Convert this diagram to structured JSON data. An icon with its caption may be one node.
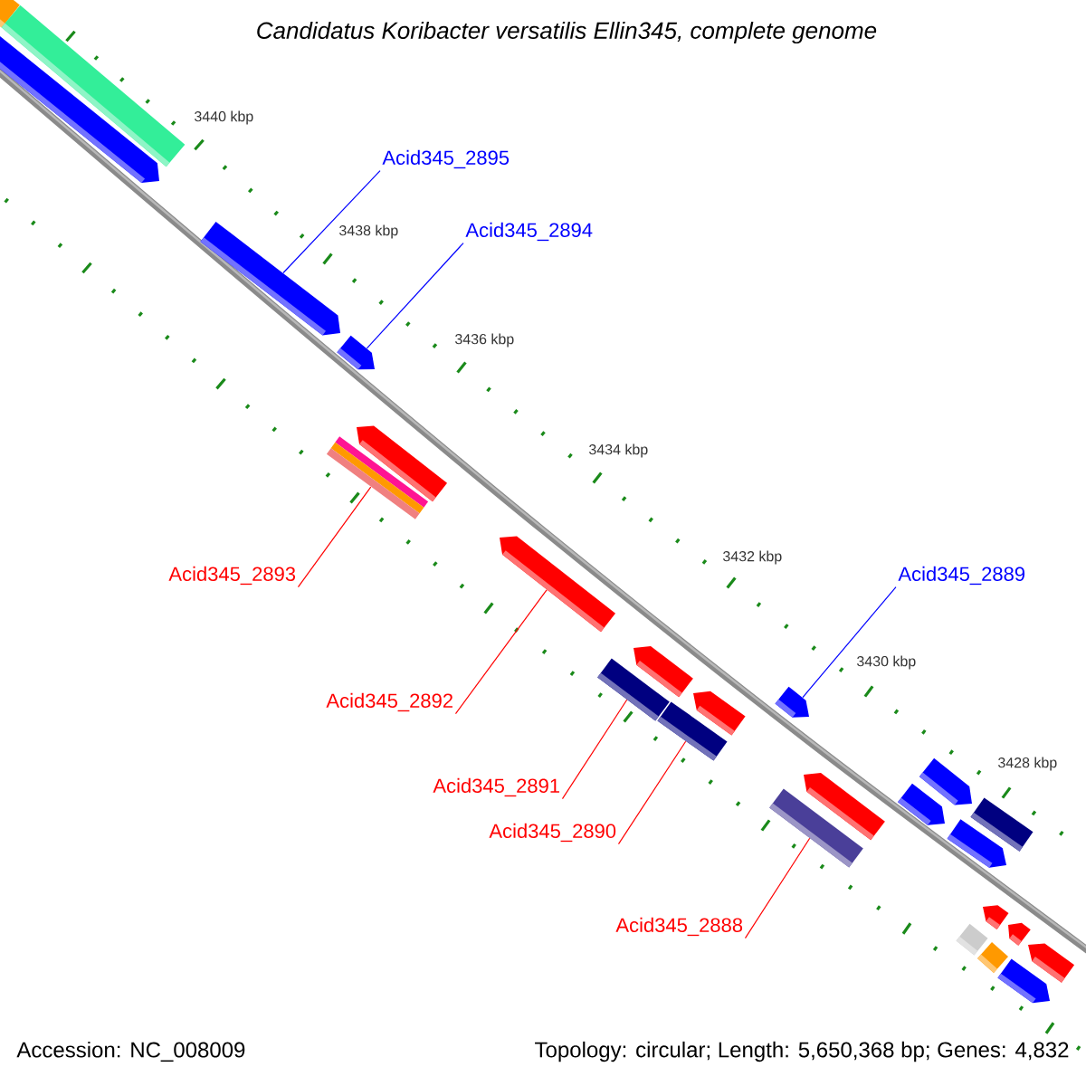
{
  "diagram": {
    "title": "Candidatus Koribacter versatilis Ellin345, complete genome",
    "nodes": [
      {
        "text": [
          "Acid345_2895"
        ]
      },
      {
        "text": [
          "Acid345_2894"
        ]
      },
      {
        "text": [
          "Acid345_2893"
        ]
      },
      {
        "text": [
          "Acid345_2889"
        ]
      },
      {
        "text": [
          "Acid345_2892"
        ]
      },
      {
        "text": [
          "Acid345_2891"
        ]
      },
      {
        "text": [
          "Acid345_2890"
        ]
      },
      {
        "text": [
          "Acid345_2888"
        ]
      },
      {
        "text": [],
        "shape": "bar"
      },
      {
        "text": [],
        "shape": "bar"
      },
      {
        "text": [],
        "shape": "bar"
      },
      {
        "text": [],
        "shape": "bar"
      },
      {
        "text": [],
        "shape": "bar"
      },
      {
        "text": [],
        "shape": "bar"
      },
      {
        "text": [],
        "shape": "bar"
      },
      {
        "text": [],
        "shape": "bar"
      },
      {
        "text": [],
        "shape": "bar"
      },
      {
        "text": [],
        "shape": "bar"
      },
      {
        "text": [],
        "shape": "bar"
      },
      {
        "text": [],
        "shape": "bar"
      },
      {
        "text": [],
        "shape": "bar"
      },
      {
        "text": [],
        "shape": "bar"
      },
      {
        "text": [],
        "shape": "bar"
      },
      {
        "text": [],
        "shape": "bar"
      },
      {
        "text": [],
        "shape": "bar"
      },
      {
        "text": [],
        "shape": "bar"
      },
      {
        "text": [],
        "shape": "bar"
      },
      {
        "text": [],
        "shape": "bar"
      },
      {
        "text": [],
        "shape": "bar"
      },
      {
        "text": [],
        "shape": "bar"
      },
      {
        "text": [],
        "shape": "bar"
      },
      {
        "text": [],
        "shape": "bar"
      },
      {
        "text": [],
        "shape": "bar"
      }
    ],
    "edges": [
      {
        "from": 0,
        "to": 11,
        "arrow": "none",
        "color": "#0000ff"
      },
      {
        "from": 1,
        "to": 13,
        "arrow": "none",
        "color": "#0000ff"
      },
      {
        "from": 2,
        "to": 12,
        "arrow": "none",
        "color": "#ff0000"
      },
      {
        "from": 3,
        "to": 21,
        "arrow": "none",
        "color": "#0000ff"
      },
      {
        "from": 4,
        "to": 15,
        "arrow": "none",
        "color": "#ff0000"
      },
      {
        "from": 5,
        "to": 16,
        "arrow": "none",
        "color": "#ff0000"
      },
      {
        "from": 6,
        "to": 18,
        "arrow": "none",
        "color": "#ff0000"
      },
      {
        "from": 7,
        "to": 20,
        "arrow": "none",
        "color": "#ff0000"
      }
    ],
    "labels": [
      "3440 kbp",
      "3438 kbp",
      "3436 kbp",
      "3434 kbp",
      "3432 kbp",
      "3430 kbp",
      "3428 kbp",
      "Accession: NC_008009",
      "Topology: circular; Length: 5,650,368 bp; Genes: 4,832"
    ]
  }
}
